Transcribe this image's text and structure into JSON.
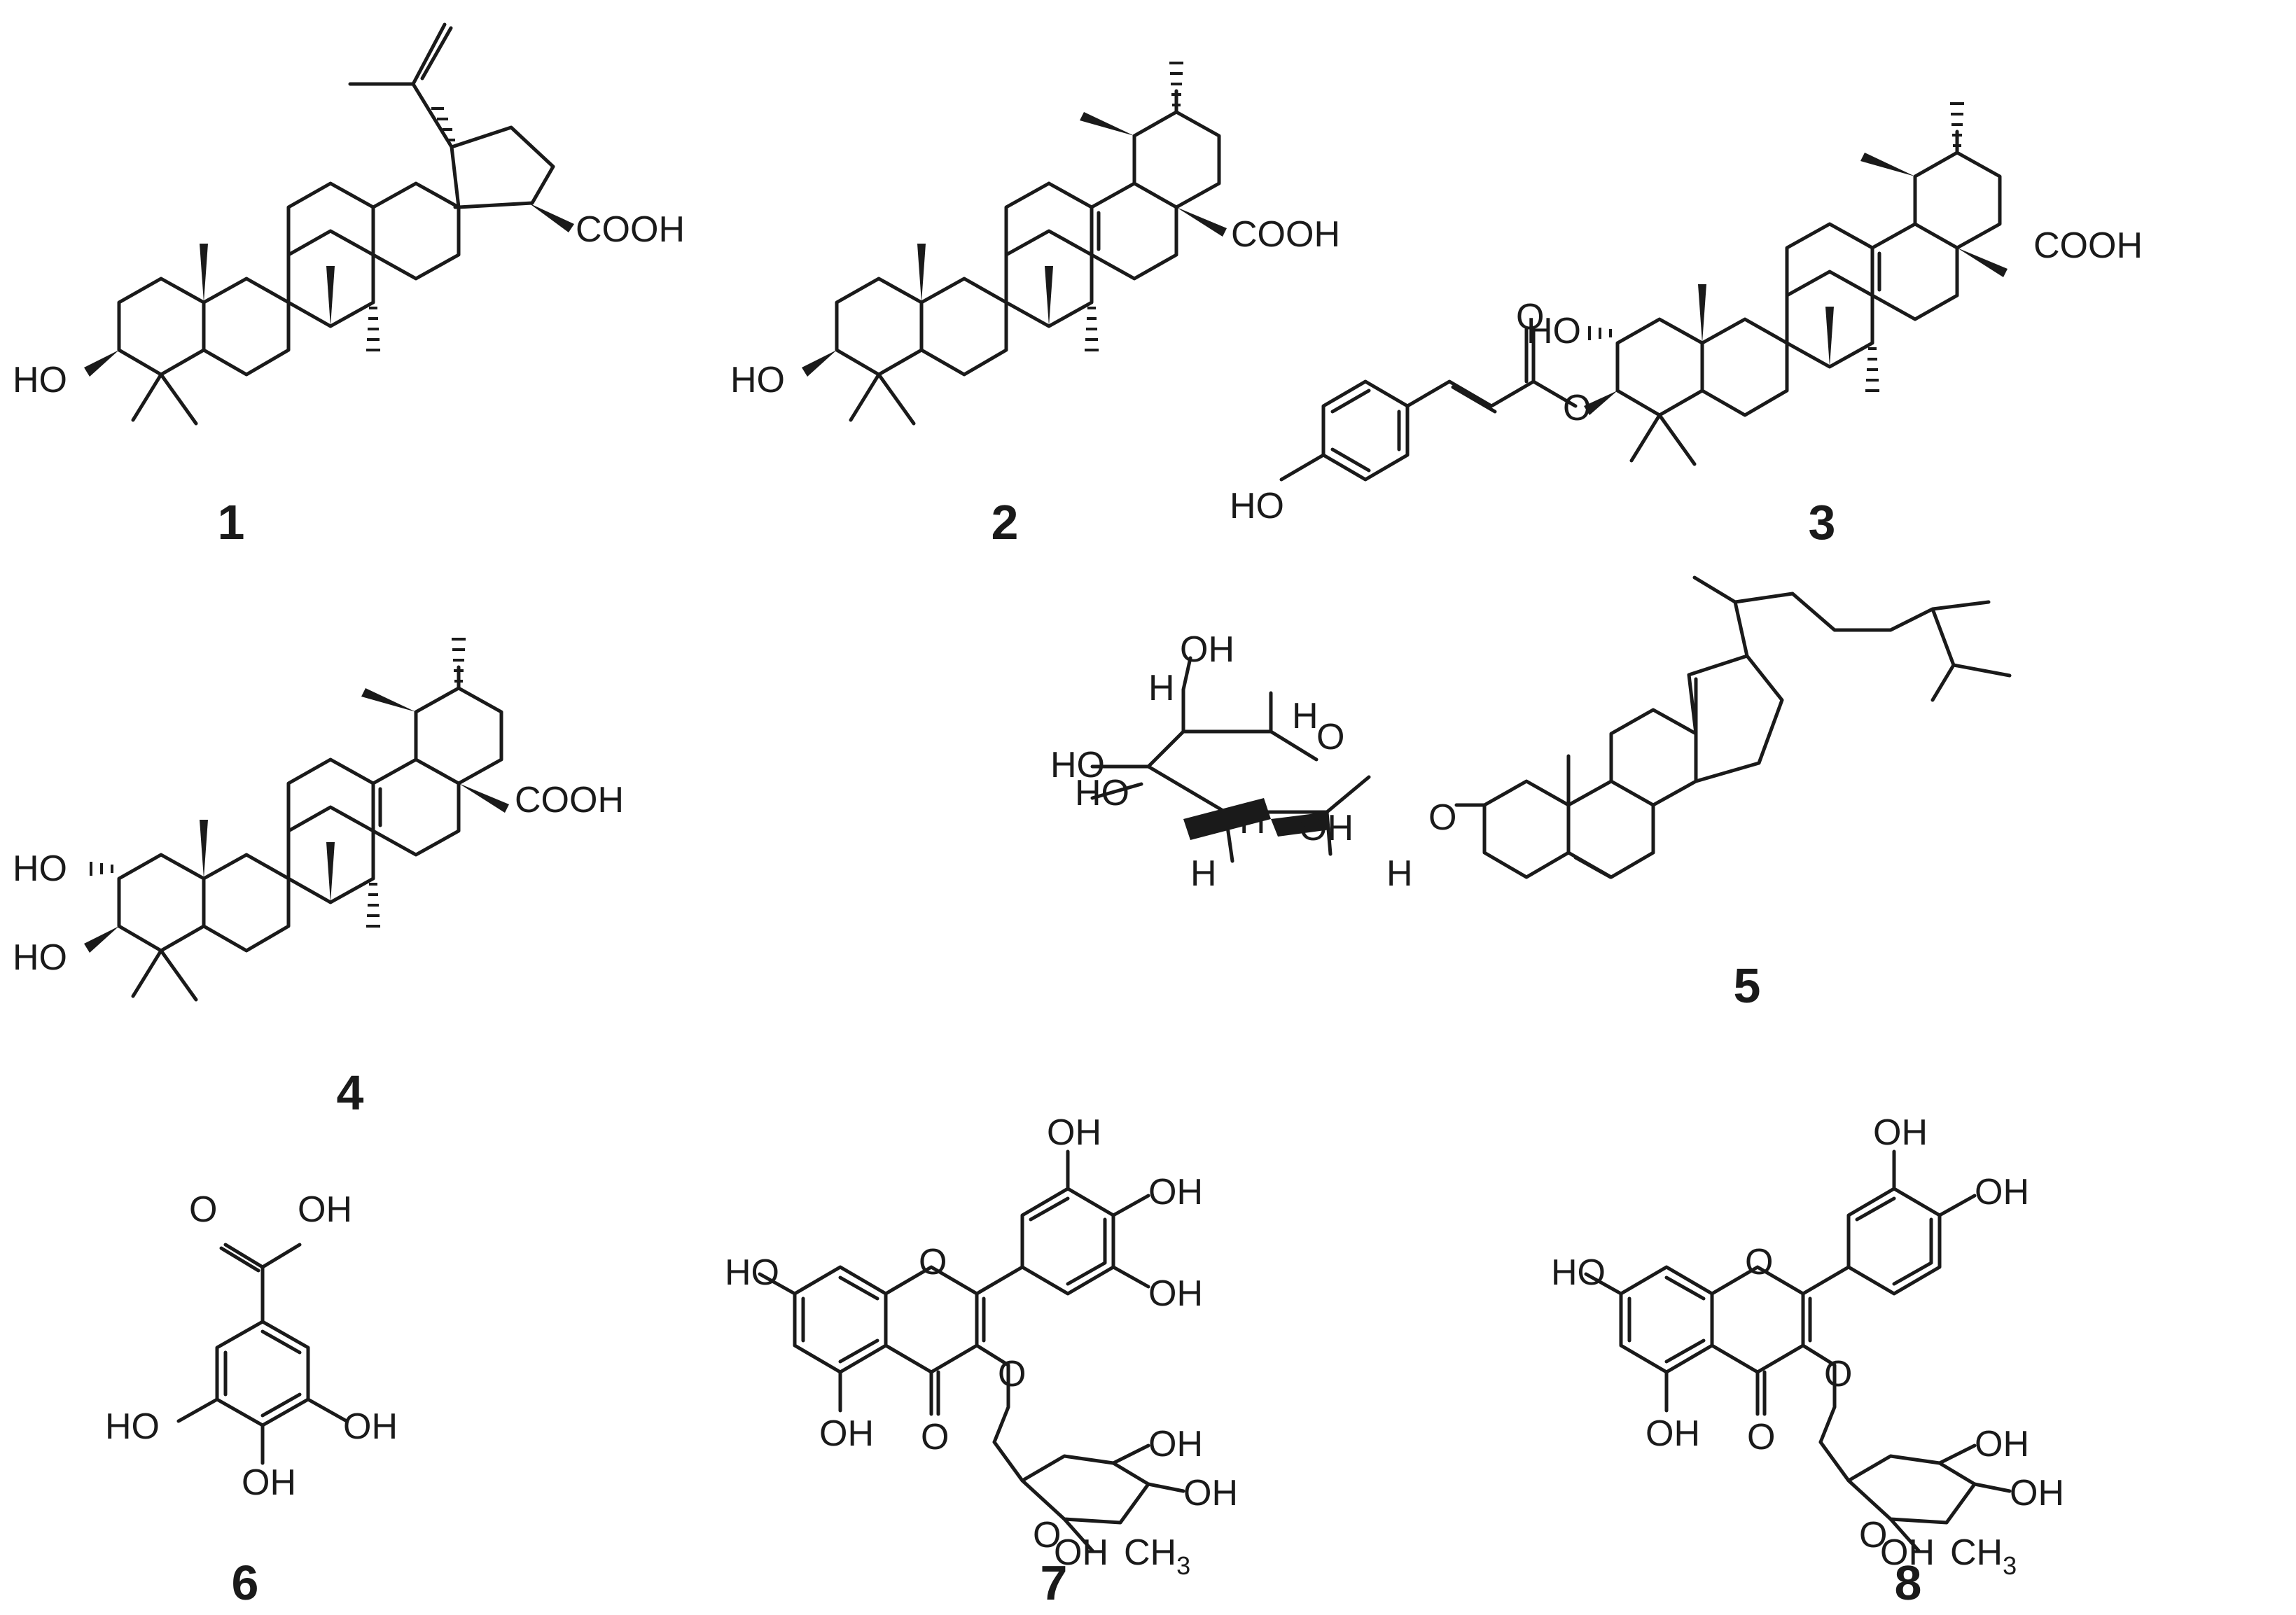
{
  "compounds": [
    {
      "id": "1",
      "label": "1",
      "atoms": {
        "acid": "COOH",
        "hydroxyl": "HO"
      }
    },
    {
      "id": "2",
      "label": "2",
      "atoms": {
        "acid": "COOH",
        "hydroxyl": "HO"
      }
    },
    {
      "id": "3",
      "label": "3",
      "atoms": {
        "acid": "COOH",
        "hydroxyl_2": "HO",
        "carbonyl_o": "O",
        "ester_o": "O",
        "phenol": "HO"
      }
    },
    {
      "id": "4",
      "label": "4",
      "atoms": {
        "acid": "COOH",
        "hydroxyl_2": "HO",
        "hydroxyl_3": "HO"
      }
    },
    {
      "id": "5",
      "label": "5",
      "atoms": {
        "ring_o": "O",
        "glyco_o": "O",
        "oh_c6": "OH",
        "h_c4": "H",
        "ho_c4": "HO",
        "ho_c3": "HO",
        "h_c5": "H",
        "h_c3": "H",
        "h_c2": "H",
        "oh_c2": "OH",
        "h_c1": "H"
      }
    },
    {
      "id": "6",
      "label": "6",
      "atoms": {
        "carbonyl_o": "O",
        "acid_oh": "OH",
        "ho_left": "HO",
        "oh_right": "OH",
        "oh_bottom": "OH"
      }
    },
    {
      "id": "7",
      "label": "7",
      "atoms": {
        "ho_7": "HO",
        "ring_o": "O",
        "oh_3p": "OH",
        "oh_4p": "OH",
        "oh_5p": "OH",
        "oh_5": "OH",
        "keto_o": "O",
        "glyco_o": "O",
        "sugar_oh_a": "OH",
        "sugar_oh_b": "OH",
        "sugar_oh_c": "OH",
        "sugar_o": "O",
        "methyl": "CH",
        "methyl_sub": "3"
      }
    },
    {
      "id": "8",
      "label": "8",
      "atoms": {
        "ho_7": "HO",
        "ring_o": "O",
        "oh_3p": "OH",
        "oh_4p": "OH",
        "oh_5": "OH",
        "keto_o": "O",
        "glyco_o": "O",
        "sugar_oh_a": "OH",
        "sugar_oh_b": "OH",
        "sugar_oh_c": "OH",
        "sugar_o": "O",
        "methyl": "CH",
        "methyl_sub": "3"
      }
    }
  ]
}
